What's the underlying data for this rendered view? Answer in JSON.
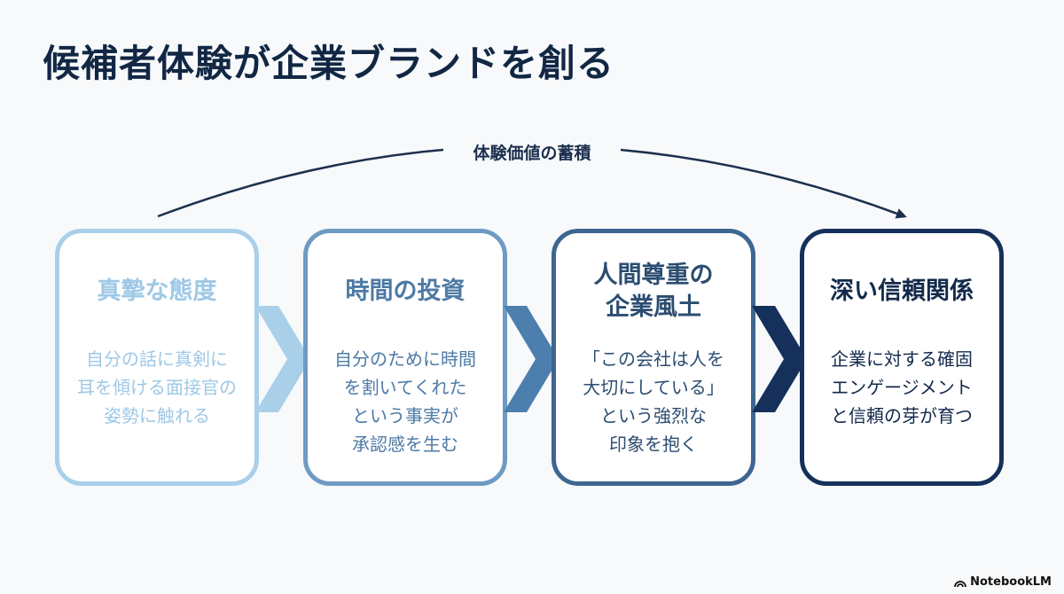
{
  "title": "候補者体験が企業ブランドを創る",
  "arc_label": "体験価値の蓄積",
  "cards": [
    {
      "title": "真摯な態度",
      "body": [
        "自分の話に真剣に",
        "耳を傾ける面接官の",
        "姿勢に触れる"
      ],
      "color": "#a9cfe9",
      "text_color": "#9ec8e6"
    },
    {
      "title": "時間の投資",
      "body": [
        "自分のために時間",
        "を割いてくれた",
        "という事実が",
        "承認感を生む"
      ],
      "color": "#6e9bc3",
      "text_color": "#4d7aa5"
    },
    {
      "title": "人間尊重の企業風土",
      "title_lines": [
        "人間尊重の",
        "企業風土"
      ],
      "body": [
        "「この会社は人を",
        "大切にしている」",
        "という強烈な",
        "印象を抱く"
      ],
      "color": "#3d6690",
      "text_color": "#2c4d71"
    },
    {
      "title": "深い信頼関係",
      "body": [
        "企業に対する確固",
        "エンゲージメント",
        "と信頼の芽が育つ"
      ],
      "color": "#15305a",
      "text_color": "#122a4c"
    }
  ],
  "chevron_colors": [
    "#a9cfe9",
    "#4d7fae",
    "#15305a"
  ],
  "footer": "NotebookLM"
}
